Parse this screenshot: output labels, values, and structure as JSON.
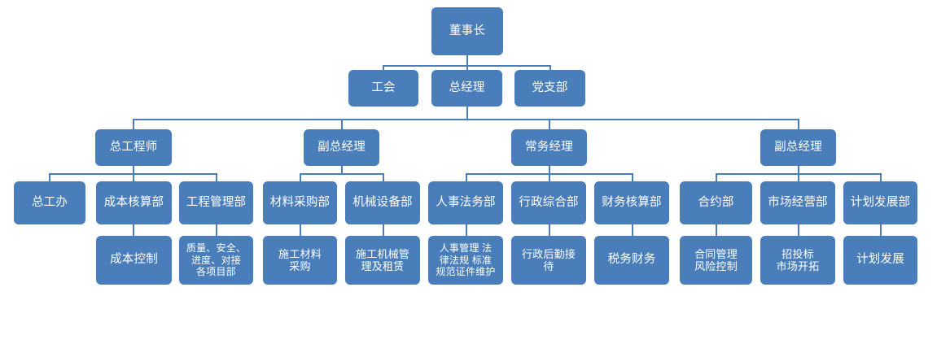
{
  "chart_data": {
    "type": "diagram",
    "diagram_kind": "organization-chart",
    "title": "",
    "language": "zh-CN",
    "colors": {
      "node_fill": "#4a7ebb",
      "node_text": "#ffffff",
      "connector": "#4a7ebb",
      "background": "#ffffff"
    },
    "levels": [
      [
        "董事长"
      ],
      [
        "工会",
        "总经理",
        "党支部"
      ],
      [
        "总工程师",
        "副总经理",
        "常务经理",
        "副总经理"
      ],
      [
        "总工办",
        "成本核算部",
        "工程管理部",
        "材料采购部",
        "机械设备部",
        "人事法务部",
        "行政综合部",
        "财务核算部",
        "合约部",
        "市场经营部",
        "计划发展部"
      ],
      [
        "成本控制",
        "质量、安全、\n进度、对接\n各项目部",
        "施工材料\n采购",
        "施工机械管\n理及租赁",
        "人事管理 法\n律法规 标准\n规范证件维护",
        "行政后勤接\n待",
        "税务财务",
        "合同管理\n风险控制",
        "招投标\n市场开拓",
        "计划发展"
      ]
    ],
    "edges": [
      [
        "董事长",
        "工会"
      ],
      [
        "董事长",
        "总经理"
      ],
      [
        "董事长",
        "党支部"
      ],
      [
        "总经理",
        "总工程师"
      ],
      [
        "总经理",
        "副总经理(左)"
      ],
      [
        "总经理",
        "常务经理"
      ],
      [
        "总经理",
        "副总经理(右)"
      ],
      [
        "总工程师",
        "总工办"
      ],
      [
        "总工程师",
        "成本核算部"
      ],
      [
        "总工程师",
        "工程管理部"
      ],
      [
        "副总经理(左)",
        "材料采购部"
      ],
      [
        "副总经理(左)",
        "机械设备部"
      ],
      [
        "常务经理",
        "人事法务部"
      ],
      [
        "常务经理",
        "行政综合部"
      ],
      [
        "常务经理",
        "财务核算部"
      ],
      [
        "副总经理(右)",
        "合约部"
      ],
      [
        "副总经理(右)",
        "市场经营部"
      ],
      [
        "副总经理(右)",
        "计划发展部"
      ],
      [
        "成本核算部",
        "成本控制"
      ],
      [
        "工程管理部",
        "质量、安全、进度、对接各项目部"
      ],
      [
        "材料采购部",
        "施工材料采购"
      ],
      [
        "机械设备部",
        "施工机械管理及租赁"
      ],
      [
        "人事法务部",
        "人事管理 法律法规 标准规范证件维护"
      ],
      [
        "行政综合部",
        "行政后勤接待"
      ],
      [
        "财务核算部",
        "税务财务"
      ],
      [
        "合约部",
        "合同管理风险控制"
      ],
      [
        "市场经营部",
        "招投标市场开拓"
      ],
      [
        "计划发展部",
        "计划发展"
      ]
    ]
  },
  "nodes": {
    "chairman": "董事长",
    "labor_union": "工会",
    "general_manager": "总经理",
    "party_branch": "党支部",
    "chief_engineer": "总工程师",
    "deputy_gm_left": "副总经理",
    "executive_manager": "常务经理",
    "deputy_gm_right": "副总经理",
    "chief_eng_office": "总工办",
    "cost_accounting_dept": "成本核算部",
    "engineering_mgmt_dept": "工程管理部",
    "material_purchasing_dept": "材料采购部",
    "machinery_equipment_dept": "机械设备部",
    "hr_legal_dept": "人事法务部",
    "admin_general_dept": "行政综合部",
    "finance_accounting_dept": "财务核算部",
    "contract_dept": "合约部",
    "market_operation_dept": "市场经营部",
    "planning_development_dept": "计划发展部",
    "cost_control": "成本控制",
    "quality_safety_progress": "质量、安全、\n进度、对接\n各项目部",
    "construction_material_purchase": "施工材料\n采购",
    "construction_machinery_mgmt": "施工机械管\n理及租赁",
    "hr_law_standards": "人事管理 法\n律法规 标准\n规范证件维护",
    "admin_logistics_reception": "行政后勤接\n待",
    "tax_finance": "税务财务",
    "contract_mgmt_risk_control": "合同管理\n风险控制",
    "bidding_market_expansion": "招投标\n市场开拓",
    "planning_development": "计划发展"
  }
}
